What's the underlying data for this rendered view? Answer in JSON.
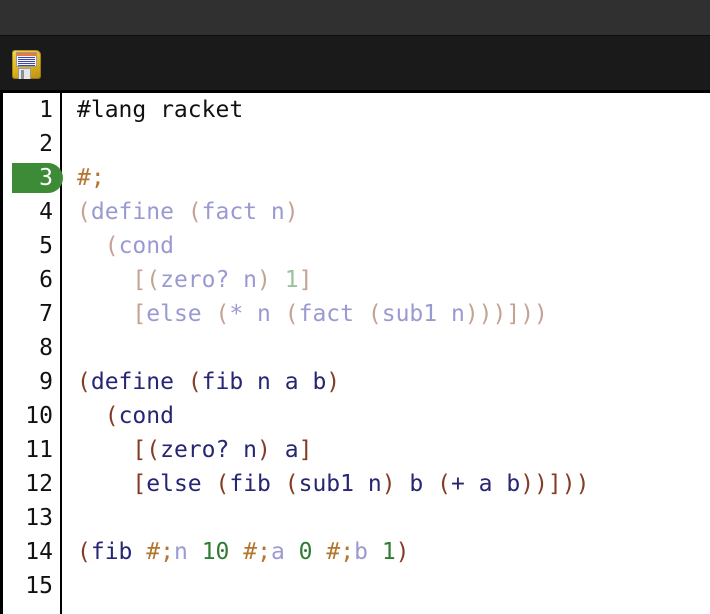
{
  "window": {
    "titlebar_color": "#303030",
    "toolbar_color": "#1a1a1a",
    "editor_background": "#ffffff"
  },
  "toolbar": {
    "save_icon_name": "floppy-disk-save-icon",
    "save_tooltip": "Save"
  },
  "editor": {
    "language": "racket",
    "current_line_marker": 3,
    "marker_color": "#3d8b37",
    "total_lines": 15,
    "gutter_numbers": [
      "1",
      "2",
      "3",
      "4",
      "5",
      "6",
      "7",
      "8",
      "9",
      "10",
      "11",
      "12",
      "13",
      "14",
      "15"
    ],
    "palette": {
      "plain_text": "#111111",
      "paren": "#843c24",
      "symbol": "#262673",
      "number": "#2e7d32",
      "datum_comment_hash": "#b3762e",
      "commented_paren": "#c4a294",
      "commented_symbol": "#9a9ad2",
      "commented_number": "#9cc19c"
    },
    "lines": [
      {
        "n": 1,
        "text": "#lang racket"
      },
      {
        "n": 2,
        "text": ""
      },
      {
        "n": 3,
        "text": "#;"
      },
      {
        "n": 4,
        "text": "(define (fact n)"
      },
      {
        "n": 5,
        "text": "  (cond"
      },
      {
        "n": 6,
        "text": "    [(zero? n) 1]"
      },
      {
        "n": 7,
        "text": "    [else (* n (fact (sub1 n)))]))"
      },
      {
        "n": 8,
        "text": ""
      },
      {
        "n": 9,
        "text": "(define (fib n a b)"
      },
      {
        "n": 10,
        "text": "  (cond"
      },
      {
        "n": 11,
        "text": "    [(zero? n) a]"
      },
      {
        "n": 12,
        "text": "    [else (fib (sub1 n) b (+ a b))]))"
      },
      {
        "n": 13,
        "text": ""
      },
      {
        "n": 14,
        "text": "(fib #;n 10 #;a 0 #;b 1)"
      },
      {
        "n": 15,
        "text": ""
      }
    ],
    "tokens": [
      {
        "n": 1,
        "parts": [
          {
            "t": "#lang racket",
            "c": "plain"
          }
        ]
      },
      {
        "n": 2,
        "parts": []
      },
      {
        "n": 3,
        "parts": [
          {
            "t": "#;",
            "c": "hashsemi"
          }
        ]
      },
      {
        "n": 4,
        "parts": [
          {
            "t": "(",
            "c": "c-paren"
          },
          {
            "t": "define",
            "c": "c-sym"
          },
          {
            "t": " ",
            "c": "c-sym"
          },
          {
            "t": "(",
            "c": "c-paren"
          },
          {
            "t": "fact n",
            "c": "c-sym"
          },
          {
            "t": ")",
            "c": "c-paren"
          }
        ]
      },
      {
        "n": 5,
        "parts": [
          {
            "t": "  ",
            "c": "c-sym"
          },
          {
            "t": "(",
            "c": "c-paren"
          },
          {
            "t": "cond",
            "c": "c-sym"
          }
        ]
      },
      {
        "n": 6,
        "parts": [
          {
            "t": "    ",
            "c": "c-sym"
          },
          {
            "t": "[(",
            "c": "c-paren"
          },
          {
            "t": "zero? n",
            "c": "c-sym"
          },
          {
            "t": ")",
            "c": "c-paren"
          },
          {
            "t": " ",
            "c": "c-sym"
          },
          {
            "t": "1",
            "c": "c-num"
          },
          {
            "t": "]",
            "c": "c-paren"
          }
        ]
      },
      {
        "n": 7,
        "parts": [
          {
            "t": "    ",
            "c": "c-sym"
          },
          {
            "t": "[",
            "c": "c-paren"
          },
          {
            "t": "else",
            "c": "c-sym"
          },
          {
            "t": " ",
            "c": "c-sym"
          },
          {
            "t": "(",
            "c": "c-paren"
          },
          {
            "t": "* n ",
            "c": "c-sym"
          },
          {
            "t": "(",
            "c": "c-paren"
          },
          {
            "t": "fact ",
            "c": "c-sym"
          },
          {
            "t": "(",
            "c": "c-paren"
          },
          {
            "t": "sub1 n",
            "c": "c-sym"
          },
          {
            "t": ")))]))",
            "c": "c-paren"
          }
        ]
      },
      {
        "n": 8,
        "parts": []
      },
      {
        "n": 9,
        "parts": [
          {
            "t": "(",
            "c": "paren"
          },
          {
            "t": "define",
            "c": "sym"
          },
          {
            "t": " ",
            "c": "sym"
          },
          {
            "t": "(",
            "c": "paren"
          },
          {
            "t": "fib n a b",
            "c": "sym"
          },
          {
            "t": ")",
            "c": "paren"
          }
        ]
      },
      {
        "n": 10,
        "parts": [
          {
            "t": "  ",
            "c": "sym"
          },
          {
            "t": "(",
            "c": "paren"
          },
          {
            "t": "cond",
            "c": "sym"
          }
        ]
      },
      {
        "n": 11,
        "parts": [
          {
            "t": "    ",
            "c": "sym"
          },
          {
            "t": "[(",
            "c": "paren"
          },
          {
            "t": "zero? n",
            "c": "sym"
          },
          {
            "t": ")",
            "c": "paren"
          },
          {
            "t": " ",
            "c": "sym"
          },
          {
            "t": "a",
            "c": "sym"
          },
          {
            "t": "]",
            "c": "paren"
          }
        ]
      },
      {
        "n": 12,
        "parts": [
          {
            "t": "    ",
            "c": "sym"
          },
          {
            "t": "[",
            "c": "paren"
          },
          {
            "t": "else",
            "c": "sym"
          },
          {
            "t": " ",
            "c": "sym"
          },
          {
            "t": "(",
            "c": "paren"
          },
          {
            "t": "fib ",
            "c": "sym"
          },
          {
            "t": "(",
            "c": "paren"
          },
          {
            "t": "sub1 n",
            "c": "sym"
          },
          {
            "t": ")",
            "c": "paren"
          },
          {
            "t": " b ",
            "c": "sym"
          },
          {
            "t": "(",
            "c": "paren"
          },
          {
            "t": "+ a b",
            "c": "sym"
          },
          {
            "t": "))]))",
            "c": "paren"
          }
        ]
      },
      {
        "n": 13,
        "parts": []
      },
      {
        "n": 14,
        "parts": [
          {
            "t": "(",
            "c": "paren"
          },
          {
            "t": "fib",
            "c": "sym"
          },
          {
            "t": " ",
            "c": "sym"
          },
          {
            "t": "#;",
            "c": "hashsemi"
          },
          {
            "t": "n",
            "c": "c-sym"
          },
          {
            "t": " ",
            "c": "sym"
          },
          {
            "t": "10",
            "c": "num"
          },
          {
            "t": " ",
            "c": "sym"
          },
          {
            "t": "#;",
            "c": "hashsemi"
          },
          {
            "t": "a",
            "c": "c-sym"
          },
          {
            "t": " ",
            "c": "sym"
          },
          {
            "t": "0",
            "c": "num"
          },
          {
            "t": " ",
            "c": "sym"
          },
          {
            "t": "#;",
            "c": "hashsemi"
          },
          {
            "t": "b",
            "c": "c-sym"
          },
          {
            "t": " ",
            "c": "sym"
          },
          {
            "t": "1",
            "c": "num"
          },
          {
            "t": ")",
            "c": "paren"
          }
        ]
      },
      {
        "n": 15,
        "parts": []
      }
    ]
  }
}
